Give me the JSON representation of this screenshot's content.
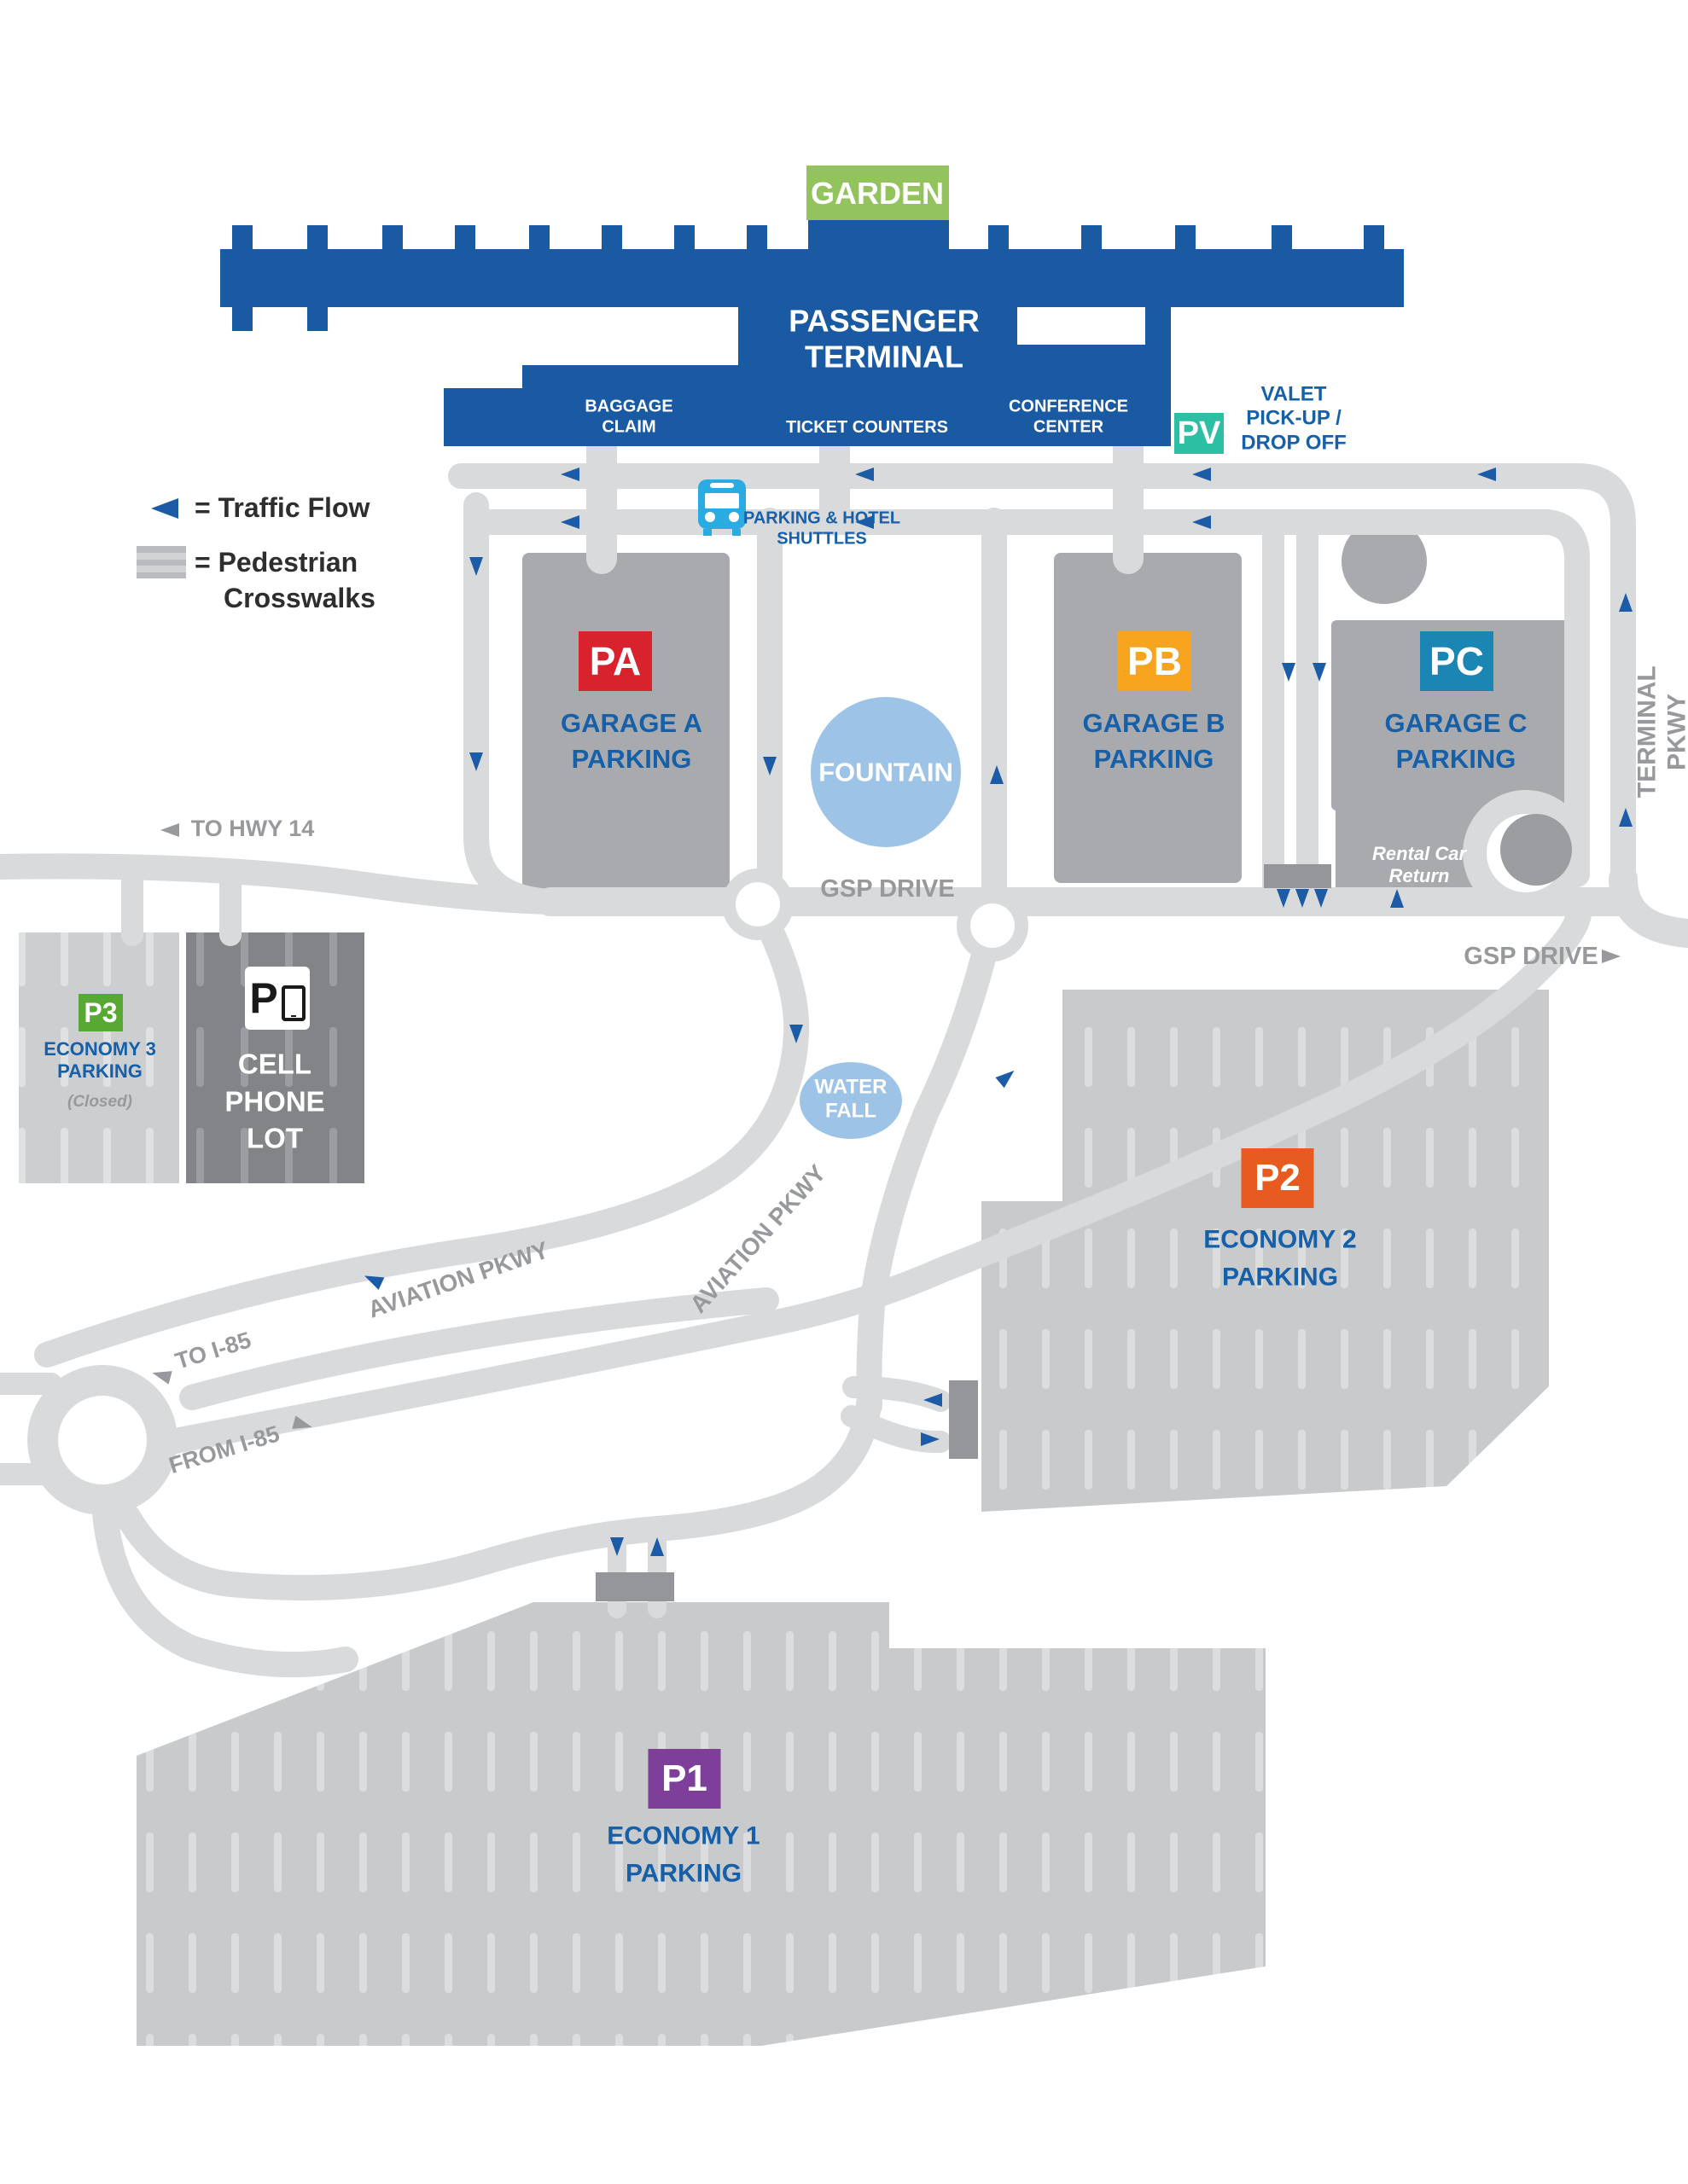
{
  "legend": {
    "traffic_flow": "= Traffic Flow",
    "pedestrian_line1": "= Pedestrian",
    "pedestrian_line2": "Crosswalks"
  },
  "terminal": {
    "name": "PASSENGER\nTERMINAL",
    "garden": "GARDEN",
    "baggage_claim": "BAGGAGE\nCLAIM",
    "ticket_counters": "TICKET COUNTERS",
    "conference_center": "CONFERENCE\nCENTER"
  },
  "valet": {
    "badge": "PV",
    "label": "VALET\nPICK-UP /\nDROP OFF"
  },
  "shuttles": {
    "label": "PARKING & HOTEL\nSHUTTLES"
  },
  "garages": {
    "a": {
      "badge": "PA",
      "label": "GARAGE A\nPARKING"
    },
    "b": {
      "badge": "PB",
      "label": "GARAGE B\nPARKING"
    },
    "c": {
      "badge": "PC",
      "label": "GARAGE C\nPARKING"
    }
  },
  "lots": {
    "p1": {
      "badge": "P1",
      "label": "ECONOMY 1\nPARKING"
    },
    "p2": {
      "badge": "P2",
      "label": "ECONOMY 2\nPARKING"
    },
    "p3": {
      "badge": "P3",
      "label": "ECONOMY 3\nPARKING",
      "status": "(Closed)"
    },
    "cell": {
      "icon_letter": "P",
      "label": "CELL\nPHONE\nLOT"
    }
  },
  "landmarks": {
    "fountain": "FOUNTAIN",
    "waterfall": "WATER\nFALL",
    "rental_car_return": "Rental Car\nReturn"
  },
  "roads": {
    "gsp_drive_center": "GSP DRIVE",
    "gsp_drive_right": "GSP DRIVE",
    "terminal_pkwy": "TERMINAL PKWY",
    "aviation_pkwy_west": "AVIATION PKWY",
    "aviation_pkwy_east": "AVIATION PKWY",
    "to_hwy_14": "TO HWY 14",
    "to_i85": "TO I-85",
    "from_i85": "FROM I-85"
  },
  "colors": {
    "terminal_blue": "#1a5aa3",
    "garden_green": "#93c35c",
    "pa_red": "#d8232f",
    "pb_orange": "#f7a51e",
    "pc_blue": "#1b86b4",
    "p1_purple": "#7e3f9b",
    "p2_orange": "#e85b20",
    "p3_green": "#58a834",
    "pv_teal": "#2dbfa4",
    "label_blue": "#1660a9",
    "arrow_blue": "#1c5ca6",
    "road_gray": "#d9dadc",
    "lot_gray": "#c8cacc",
    "garage_gray": "#a8aaad",
    "cell_gray": "#828487",
    "crosswalk_gray": "#94969a",
    "water_blue": "#9dc3e7",
    "text_gray": "#97999c",
    "shuttle_blue": "#2aabe1"
  }
}
